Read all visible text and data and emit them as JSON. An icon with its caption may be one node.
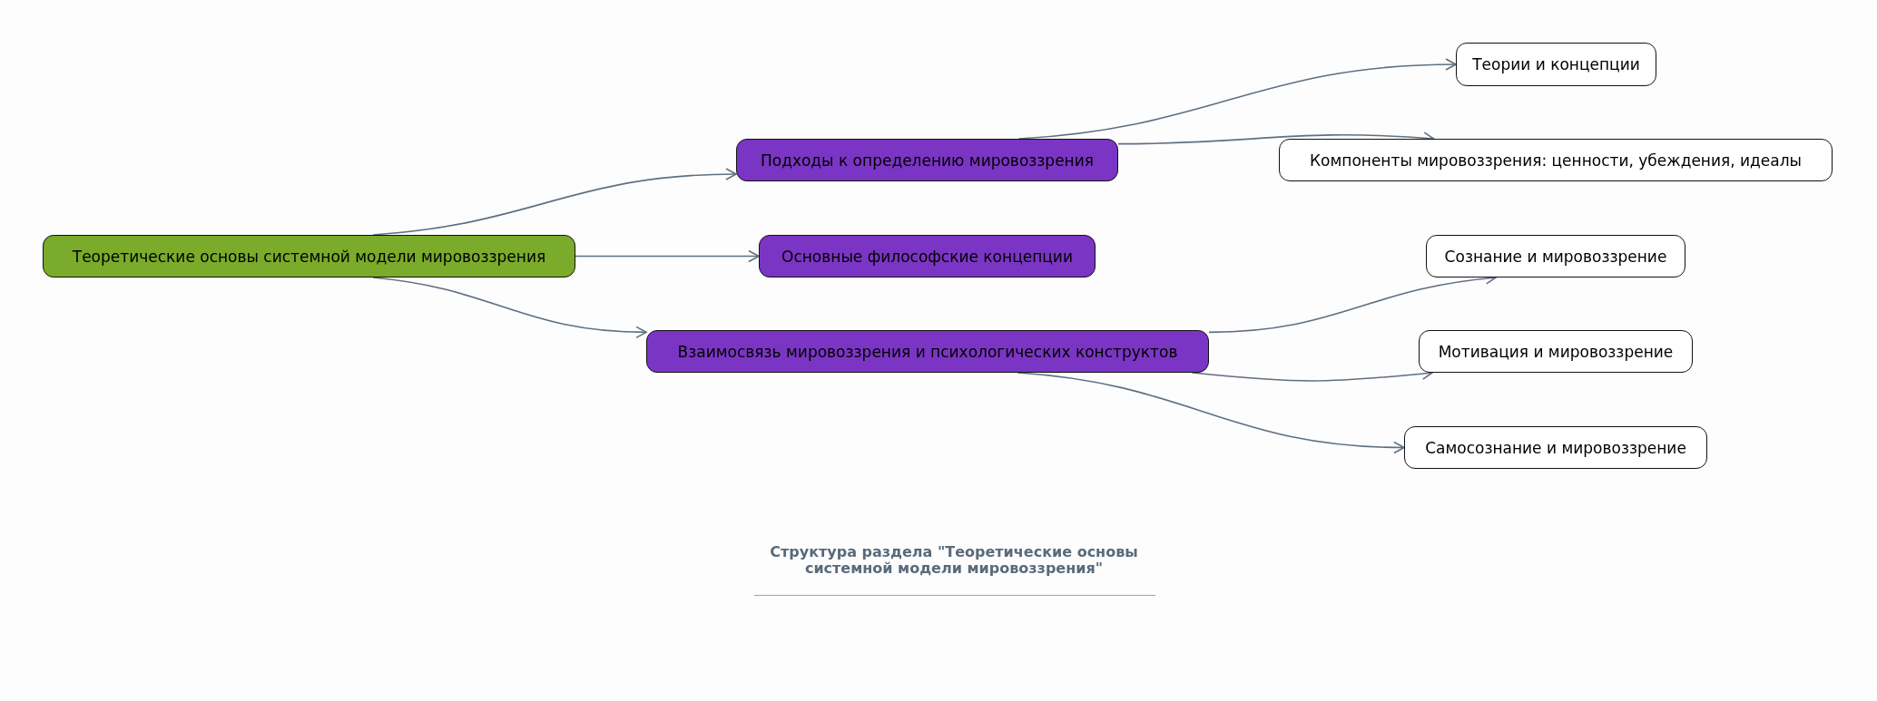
{
  "diagram": {
    "caption": "Структура раздела \"Теоретические основы системной модели мировоззрения\"",
    "nodes": [
      {
        "text": [
          "Теоретические основы системной модели мировоззрения"
        ]
      },
      {
        "text": [
          "Подходы к определению мировоззрения"
        ]
      },
      {
        "text": [
          "Основные философские концепции"
        ]
      },
      {
        "text": [
          "Взаимосвязь мировоззрения и психологических конструктов"
        ]
      },
      {
        "text": [
          "Теории и концепции"
        ]
      },
      {
        "text": [
          "Компоненты мировоззрения: ценности, убеждения, идеалы"
        ]
      },
      {
        "text": [
          "Сознание и мировоззрение"
        ]
      },
      {
        "text": [
          "Мотивация и мировоззрение"
        ]
      },
      {
        "text": [
          "Самосознание и мировоззрение"
        ]
      }
    ],
    "edges": [
      {
        "from": 0,
        "to": 1,
        "arrow": "to"
      },
      {
        "from": 0,
        "to": 2,
        "arrow": "to"
      },
      {
        "from": 0,
        "to": 3,
        "arrow": "to"
      },
      {
        "from": 1,
        "to": 4,
        "arrow": "to"
      },
      {
        "from": 1,
        "to": 5,
        "arrow": "to"
      },
      {
        "from": 3,
        "to": 6,
        "arrow": "to"
      },
      {
        "from": 3,
        "to": 7,
        "arrow": "to"
      },
      {
        "from": 3,
        "to": 8,
        "arrow": "to"
      }
    ]
  }
}
